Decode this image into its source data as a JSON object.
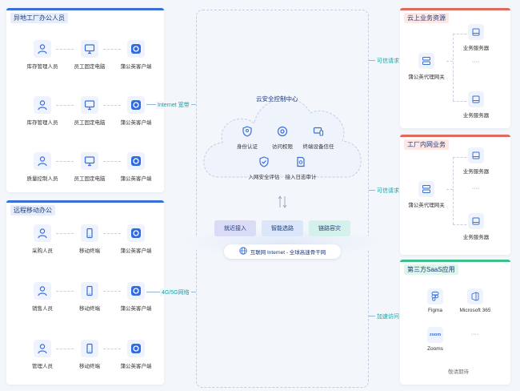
{
  "left_top": {
    "title": "异地工厂办公人员",
    "rows": [
      [
        "库存管理人员",
        "员工固定电脑",
        "蒲公英客户端"
      ],
      [
        "库存管理人员",
        "员工固定电脑",
        "蒲公英客户端"
      ],
      [
        "质量控制人员",
        "员工固定电脑",
        "蒲公英客户端"
      ]
    ],
    "link_label": "Internet 宽带"
  },
  "left_bottom": {
    "title": "远程移动办公",
    "rows": [
      [
        "采购人员",
        "移动终端",
        "蒲公英客户端"
      ],
      [
        "销售人员",
        "移动终端",
        "蒲公英客户端"
      ],
      [
        "管理人员",
        "移动终端",
        "蒲公英客户端"
      ]
    ],
    "link_label": "4G/5G网络"
  },
  "center": {
    "cloud_title": "云安全控制中心",
    "features_top": [
      "身份认证",
      "访问权限",
      "终端设备信任"
    ],
    "features_bottom": [
      "入网安全评估",
      "接入日志审计"
    ],
    "chips": [
      "就近接入",
      "智能选路",
      "链路容灾"
    ],
    "backbone": "互联网 Internet - 全球高速骨干网"
  },
  "right_1": {
    "title": "云上业务资源",
    "link_label": "可信请求",
    "gateway": "蒲公英代理网关",
    "servers": [
      "业务服务器",
      "业务服务器"
    ],
    "ellipsis": "····"
  },
  "right_2": {
    "title": "工厂内网业务",
    "link_label": "可信请求",
    "gateway": "蒲公英代理网关",
    "servers": [
      "业务服务器",
      "业务服务器"
    ],
    "ellipsis": "····"
  },
  "right_3": {
    "title": "第三方SaaS应用",
    "link_label": "加速访问",
    "apps": [
      "Figma",
      "Microsoft 365",
      "Zooms"
    ],
    "zoom_logo_text": "zoom",
    "ellipsis": "····",
    "footer": "敬请期待"
  },
  "colors": {
    "blue_header": "#3a6fd8",
    "red_header": "#e06a5c",
    "green_header": "#3fbf8a",
    "teal_text": "#1aa3a3"
  }
}
